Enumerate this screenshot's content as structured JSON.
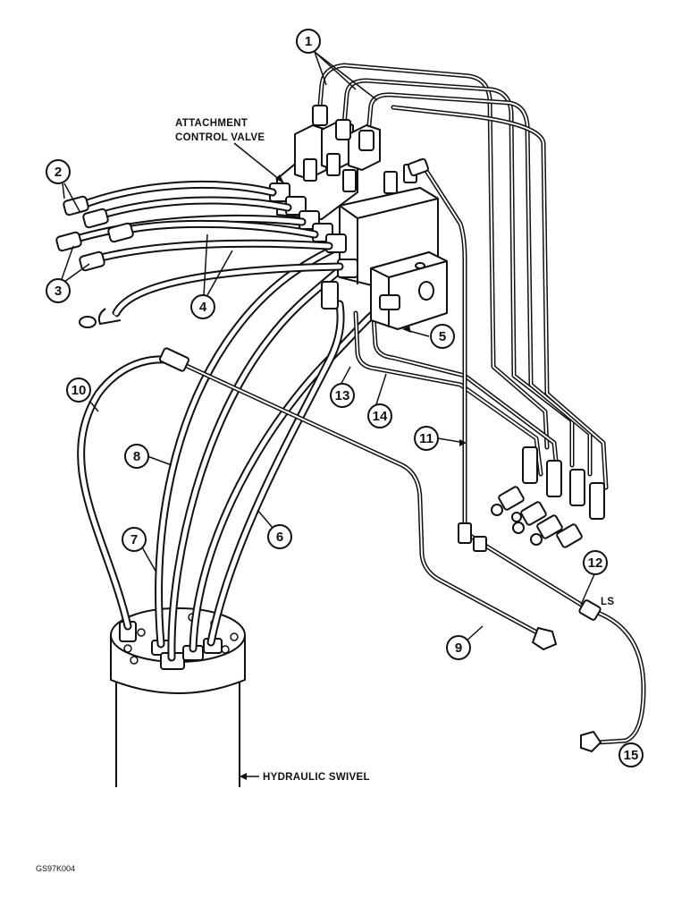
{
  "labels": {
    "attachment_control_valve_line1": "ATTACHMENT",
    "attachment_control_valve_line2": "CONTROL VALVE",
    "hydraulic_swivel": "HYDRAULIC SWIVEL",
    "ls": "LS",
    "figure_code": "GS97K004"
  },
  "callouts": [
    "1",
    "2",
    "3",
    "4",
    "5",
    "6",
    "7",
    "8",
    "9",
    "10",
    "11",
    "12",
    "13",
    "14",
    "15"
  ],
  "colors": {
    "line": "#111111",
    "paper": "#ffffff"
  }
}
